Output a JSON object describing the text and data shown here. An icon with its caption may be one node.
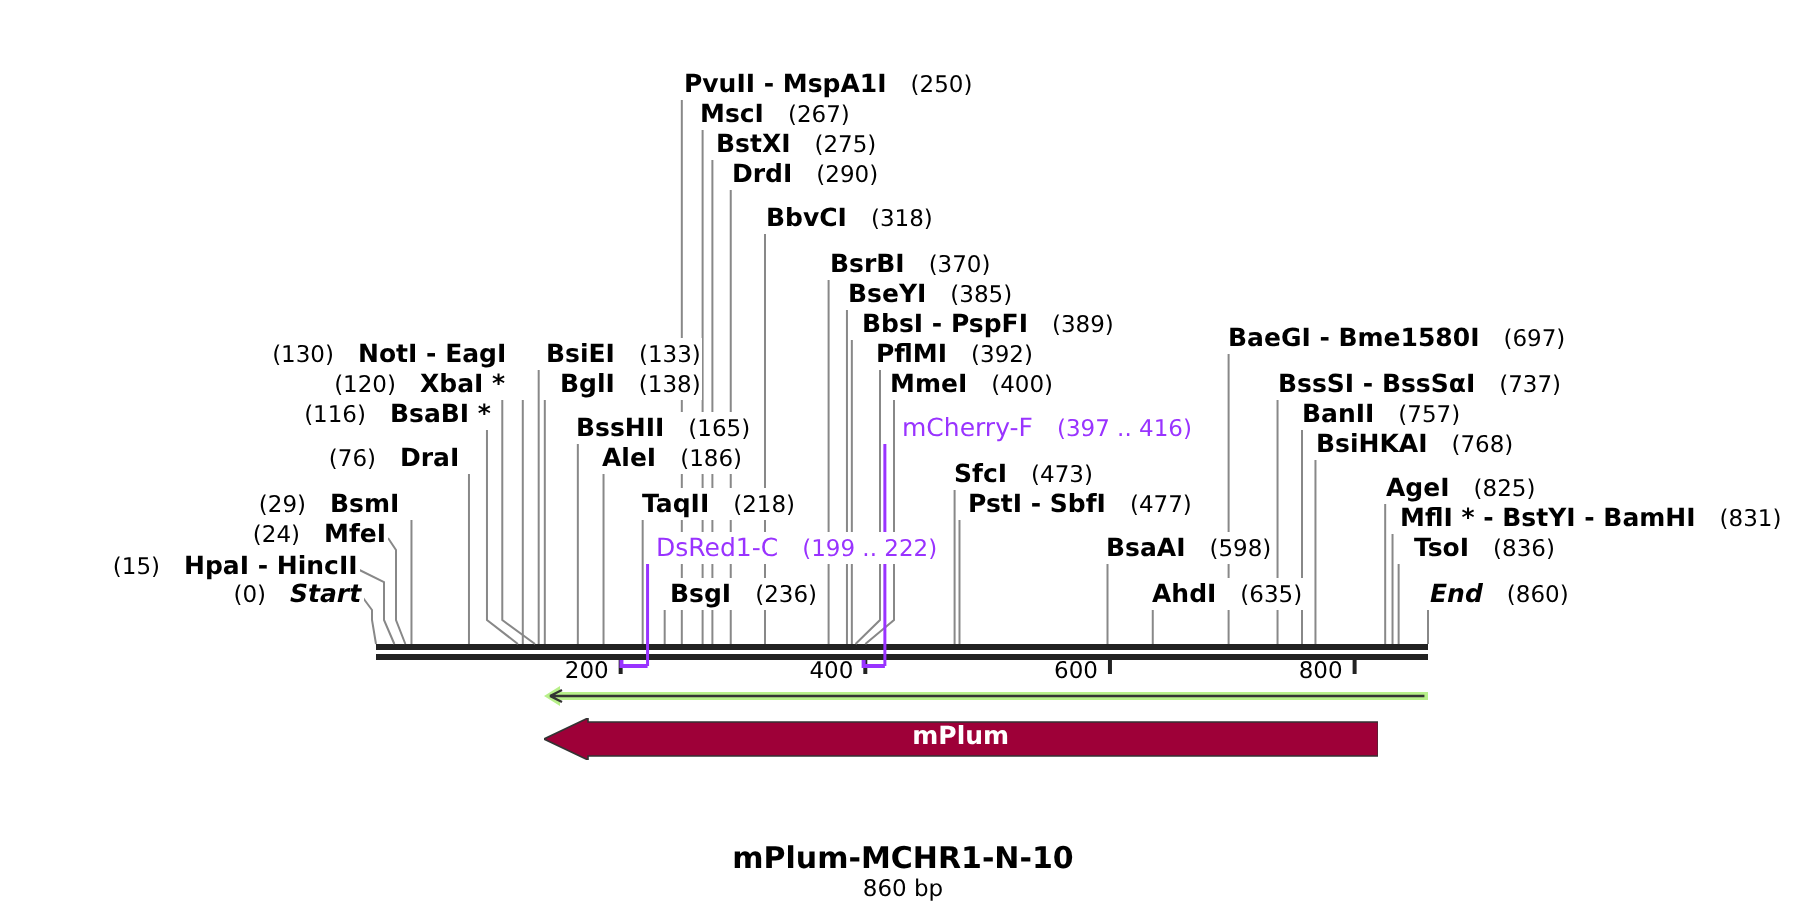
{
  "diagram": {
    "title": "mPlum-MCHR1-N-10",
    "caption": "860 bp",
    "nodes": [
      {
        "text": [
          "PvuII - MspA1I",
          "(250)"
        ]
      },
      {
        "text": [
          "MscI",
          "(267)"
        ]
      },
      {
        "text": [
          "BstXI",
          "(275)"
        ]
      },
      {
        "text": [
          "DrdI",
          "(290)"
        ]
      },
      {
        "text": [
          "BbvCI",
          "(318)"
        ]
      },
      {
        "text": [
          "BsrBI",
          "(370)"
        ]
      },
      {
        "text": [
          "BseYI",
          "(385)"
        ]
      },
      {
        "text": [
          "BbsI - PspFI",
          "(389)"
        ]
      },
      {
        "text": [
          "BaeGI - Bme1580I",
          "(697)"
        ]
      },
      {
        "text": [
          "(130)",
          "NotI - EagI"
        ]
      },
      {
        "text": [
          "BsiEI",
          "(133)"
        ]
      },
      {
        "text": [
          "PflMI",
          "(392)"
        ]
      },
      {
        "text": [
          "(120)",
          "XbaI *"
        ]
      },
      {
        "text": [
          "BglI",
          "(138)"
        ]
      },
      {
        "text": [
          "MmeI",
          "(400)"
        ]
      },
      {
        "text": [
          "BssSI - BssSαI",
          "(737)"
        ]
      },
      {
        "text": [
          "(116)",
          "BsaBI *"
        ]
      },
      {
        "text": [
          "BanII",
          "(757)"
        ]
      },
      {
        "text": [
          "BssHII",
          "(165)"
        ]
      },
      {
        "text": [
          "mCherry-F",
          "(397 .. 416)"
        ]
      },
      {
        "text": [
          "BsiHKAI",
          "(768)"
        ]
      },
      {
        "text": [
          "(76)",
          "DraI"
        ]
      },
      {
        "text": [
          "AleI",
          "(186)"
        ]
      },
      {
        "text": [
          "SfcI",
          "(473)"
        ]
      },
      {
        "text": [
          "AgeI",
          "(825)"
        ]
      },
      {
        "text": [
          "(29)",
          "BsmI"
        ]
      },
      {
        "text": [
          "TaqII",
          "(218)"
        ]
      },
      {
        "text": [
          "PstI - SbfI",
          "(477)"
        ]
      },
      {
        "text": [
          "MflI * - BstYI - BamHI",
          "(831)"
        ]
      },
      {
        "text": [
          "(24)",
          "MfeI"
        ]
      },
      {
        "text": [
          "DsRed1-C",
          "(199 .. 222)"
        ]
      },
      {
        "text": [
          "BsaAI",
          "(598)"
        ]
      },
      {
        "text": [
          "TsoI",
          "(836)"
        ]
      },
      {
        "text": [
          "(15)",
          "HpaI - HincII"
        ]
      },
      {
        "text": [
          "(0)",
          "Start"
        ]
      },
      {
        "text": [
          "BsgI",
          "(236)"
        ]
      },
      {
        "text": [
          "AhdI",
          "(635)"
        ]
      },
      {
        "text": [
          "End",
          "(860)"
        ]
      },
      {
        "text": [],
        "shape": "arrow"
      },
      {
        "text": [
          "mPlum"
        ]
      }
    ],
    "edges": [
      {
        "from": 0,
        "to": null,
        "arrow": "none"
      },
      {
        "from": 1,
        "to": null,
        "arrow": "none"
      },
      {
        "from": 2,
        "to": null,
        "arrow": "none"
      },
      {
        "from": 3,
        "to": null,
        "arrow": "none"
      },
      {
        "from": 4,
        "to": null,
        "arrow": "none"
      },
      {
        "from": 5,
        "to": null,
        "arrow": "none"
      },
      {
        "from": 6,
        "to": null,
        "arrow": "none"
      },
      {
        "from": 7,
        "to": null,
        "arrow": "none"
      },
      {
        "from": 8,
        "to": null,
        "arrow": "none"
      },
      {
        "from": 9,
        "to": null,
        "arrow": "none"
      },
      {
        "from": 10,
        "to": null,
        "arrow": "none"
      },
      {
        "from": 11,
        "to": null,
        "arrow": "none"
      },
      {
        "from": 12,
        "to": null,
        "arrow": "none"
      },
      {
        "from": 13,
        "to": null,
        "arrow": "none"
      },
      {
        "from": 14,
        "to": null,
        "arrow": "none"
      },
      {
        "from": 15,
        "to": null,
        "arrow": "none"
      },
      {
        "from": 16,
        "to": null,
        "arrow": "none"
      },
      {
        "from": 17,
        "to": null,
        "arrow": "none"
      },
      {
        "from": 18,
        "to": null,
        "arrow": "none"
      },
      {
        "from": 19,
        "to": null,
        "arrow": "none",
        "color": "#9933ff"
      },
      {
        "from": 20,
        "to": null,
        "arrow": "none"
      },
      {
        "from": 21,
        "to": null,
        "arrow": "none"
      },
      {
        "from": 22,
        "to": null,
        "arrow": "none"
      },
      {
        "from": 23,
        "to": null,
        "arrow": "none"
      },
      {
        "from": 24,
        "to": null,
        "arrow": "none"
      },
      {
        "from": 25,
        "to": null,
        "arrow": "none"
      },
      {
        "from": 26,
        "to": null,
        "arrow": "none"
      },
      {
        "from": 27,
        "to": null,
        "arrow": "none"
      },
      {
        "from": 28,
        "to": null,
        "arrow": "none"
      },
      {
        "from": 29,
        "to": null,
        "arrow": "none"
      },
      {
        "from": 30,
        "to": null,
        "arrow": "none",
        "color": "#9933ff"
      },
      {
        "from": 31,
        "to": null,
        "arrow": "none"
      },
      {
        "from": 32,
        "to": null,
        "arrow": "none"
      },
      {
        "from": 33,
        "to": null,
        "arrow": "none"
      },
      {
        "from": 34,
        "to": null,
        "arrow": "none"
      },
      {
        "from": 35,
        "to": null,
        "arrow": "none"
      },
      {
        "from": 36,
        "to": null,
        "arrow": "none"
      },
      {
        "from": 37,
        "to": null,
        "arrow": "none"
      }
    ],
    "labels": [
      "200",
      "400",
      "600",
      "800"
    ]
  }
}
